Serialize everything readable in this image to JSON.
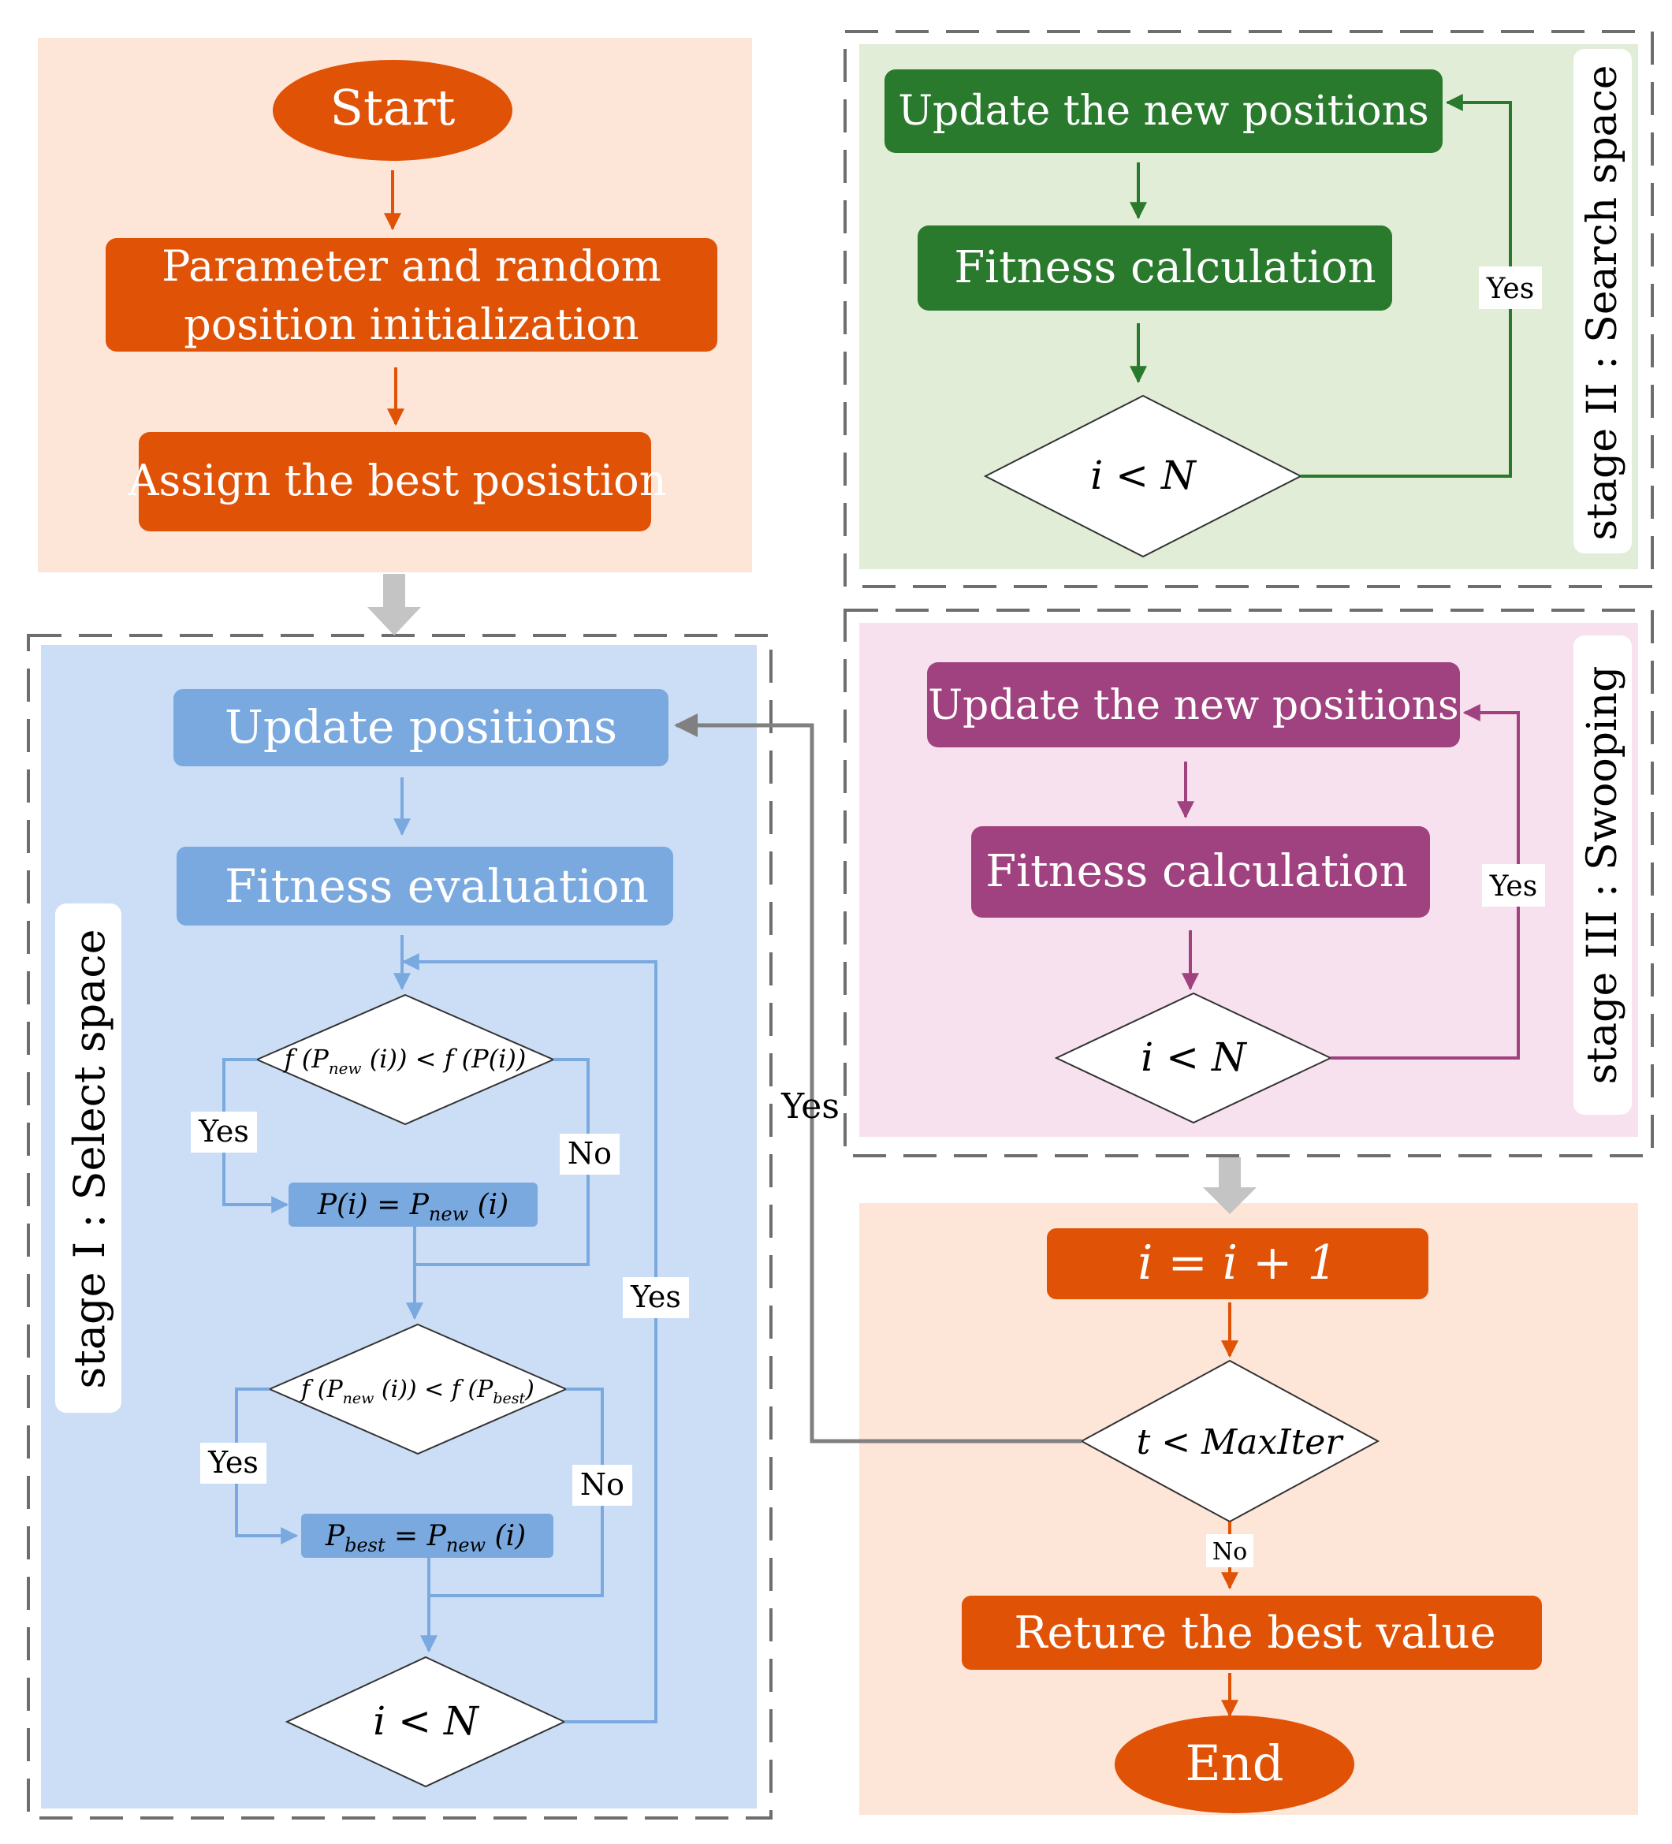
{
  "colors": {
    "orange": "#E05206",
    "orange_bg": "#FDE5D7",
    "green": "#2A7A2E",
    "green_bg": "#E2EDD8",
    "purple": "#A0427F",
    "purple_bg": "#F7E1EE",
    "blue": "#7AA9E0",
    "blue_bg": "#CCDEF6",
    "gray_arrow": "#C4C4C4",
    "gray_line": "#808080",
    "dash": "#6E6E6E"
  },
  "init": {
    "start": "Start",
    "param_line1": "Parameter and random",
    "param_line2": "position initialization",
    "assign": "Assign the best posistion"
  },
  "stage1": {
    "label": "stage I : Select space",
    "update": "Update positions",
    "fitness": "Fitness evaluation",
    "dec1": "f (P_new (i)) < f (P(i))",
    "dec1_f1": "f (P",
    "dec1_sub": "new",
    "dec1_f2": " (i)) < f (P(i))",
    "assign1_a": "P(i) = P",
    "assign1_sub": "new",
    "assign1_b": " (i)",
    "dec2_f1": "f (P",
    "dec2_sub1": "new",
    "dec2_f2": " (i)) < f (P",
    "dec2_sub2": "best",
    "dec2_f3": ")",
    "assign2_a": "P",
    "assign2_sub1": "best",
    "assign2_b": " = P",
    "assign2_sub2": "new",
    "assign2_c": " (i)",
    "dec3": "i < N",
    "yes": "Yes",
    "no": "No"
  },
  "stage2": {
    "label": "stage II : Search space",
    "update": "Update the new positions",
    "fitness": "Fitness calculation",
    "dec": "i < N",
    "yes": "Yes"
  },
  "stage3": {
    "label": "stage III : Swooping",
    "update": "Update the new positions",
    "fitness": "Fitness calculation",
    "dec": "i < N",
    "yes": "Yes"
  },
  "final": {
    "increment": "i = i + 1",
    "dec": "t < MaxIter",
    "yes": "Yes",
    "no": "No",
    "return": "Reture the best value",
    "end": "End"
  }
}
